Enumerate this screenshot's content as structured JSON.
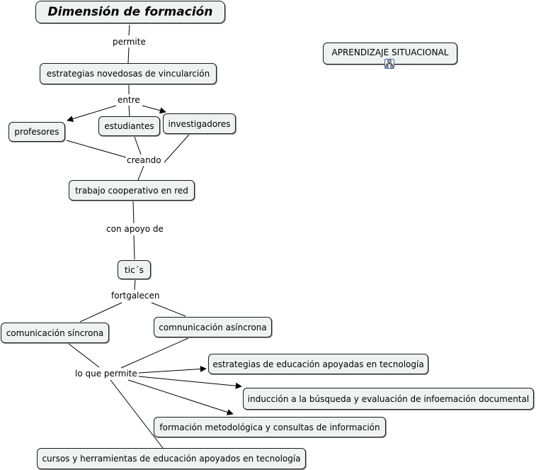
{
  "concepts": {
    "title": "Dimensión de formación",
    "aprendizaje": "APRENDIZAJE SITUACIONAL",
    "estrategias_novedosas": "estrategias novedosas  de vincularción",
    "profesores": "profesores",
    "estudiantes": "estudiantes",
    "investigadores": "investigadores",
    "trabajo": "trabajo cooperativo en red",
    "tics": "tic´s",
    "sincrona": "comunicación síncrona",
    "asincrona": "comnunicación asíncrona",
    "estrategias_educacion": "estrategias de educación apoyadas en tecnología",
    "induccion": "inducción a la búsqueda y evaluación de infoemación documental",
    "formacion": "formación metodológica y consultas de información",
    "cursos": "cursos y herramientas de educación apoyados en tecnología"
  },
  "linking_phrases": {
    "permite": "permite",
    "entre": "entre",
    "creando": "creando",
    "con_apoyo": "con apoyo de",
    "fortgalecen": "fortgalecen",
    "lo_que_permite": "lo que permite"
  },
  "icons": {
    "aprendizaje_submap": "concept-map-icon"
  },
  "colors": {
    "node_fill": "#eef2f1",
    "node_border": "#1a1a1a",
    "link_line": "#000000",
    "icon_accent": "#3a64b8"
  }
}
